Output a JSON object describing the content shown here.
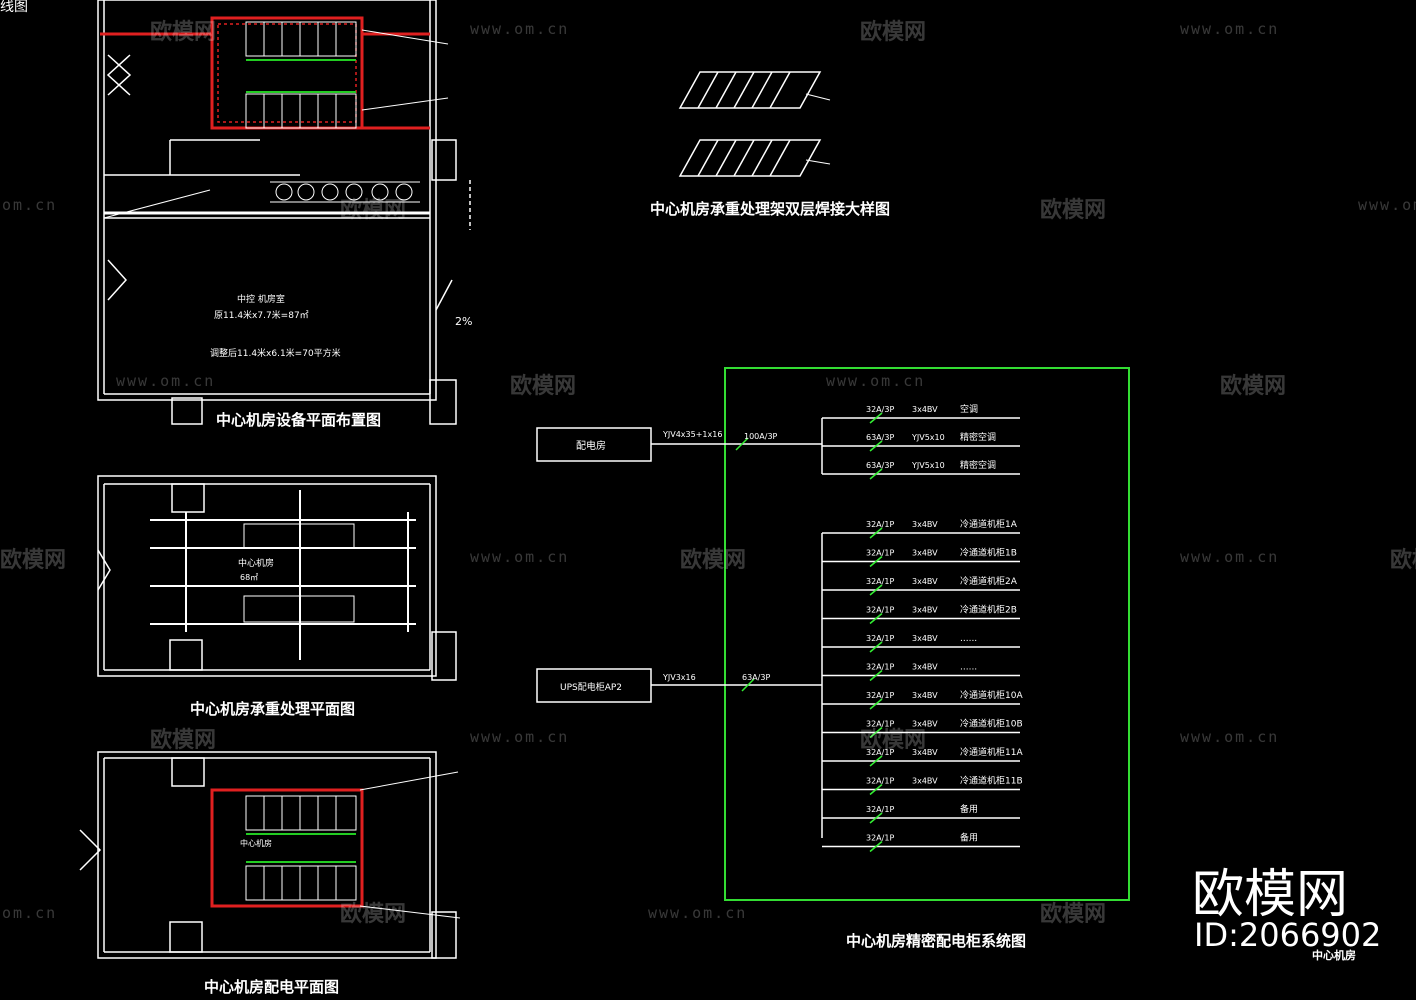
{
  "corner_label": "线图",
  "drawing_titles": {
    "equipment_layout": "中心机房设备平面布置图",
    "load_bearing_plan": "中心机房承重处理平面图",
    "power_plan": "中心机房配电平面图",
    "welding_detail": "中心机房承重处理架双层焊接大样图",
    "precision_cabinet_system": "中心机房精密配电柜系统图",
    "stamp": "中心机房"
  },
  "room_notes": {
    "room_name": "中控 机房室",
    "area_line1": "原11.4米x7.7米=87㎡",
    "area_line2": "调整后11.4米x6.1米=70平方米",
    "room_small": "中心机房",
    "room_area_small": "68㎡",
    "level_mark": "2%"
  },
  "system_diagram": {
    "source1": {
      "label": "配电房",
      "cable": "YJV4x35+1x16",
      "breaker": "100A/3P"
    },
    "source2": {
      "label": "UPS配电柜AP2",
      "cable": "YJV3x16",
      "breaker": "63A/3P"
    },
    "circuits_top": [
      {
        "breaker": "32A/3P",
        "cable": "3x4BV",
        "load": "空调"
      },
      {
        "breaker": "63A/3P",
        "cable": "YJV5x10",
        "load": "精密空调"
      },
      {
        "breaker": "63A/3P",
        "cable": "YJV5x10",
        "load": "精密空调"
      }
    ],
    "circuits_bottom": [
      {
        "breaker": "32A/1P",
        "cable": "3x4BV",
        "load": "冷通道机柜1A"
      },
      {
        "breaker": "32A/1P",
        "cable": "3x4BV",
        "load": "冷通道机柜1B"
      },
      {
        "breaker": "32A/1P",
        "cable": "3x4BV",
        "load": "冷通道机柜2A"
      },
      {
        "breaker": "32A/1P",
        "cable": "3x4BV",
        "load": "冷通道机柜2B"
      },
      {
        "breaker": "32A/1P",
        "cable": "3x4BV",
        "load": "......"
      },
      {
        "breaker": "32A/1P",
        "cable": "3x4BV",
        "load": "......"
      },
      {
        "breaker": "32A/1P",
        "cable": "3x4BV",
        "load": "冷通道机柜10A"
      },
      {
        "breaker": "32A/1P",
        "cable": "3x4BV",
        "load": "冷通道机柜10B"
      },
      {
        "breaker": "32A/1P",
        "cable": "3x4BV",
        "load": "冷通道机柜11A"
      },
      {
        "breaker": "32A/1P",
        "cable": "3x4BV",
        "load": "冷通道机柜11B"
      },
      {
        "breaker": "32A/1P",
        "cable": "",
        "load": "备用"
      },
      {
        "breaker": "32A/1P",
        "cable": "",
        "load": "备用"
      }
    ]
  },
  "watermark": {
    "brand": "欧模网",
    "url": "www.om.cn",
    "url_short": "om.cn"
  },
  "brand_mark": {
    "name": "欧模网",
    "id": "ID:2066902"
  },
  "colors": {
    "background": "#000000",
    "lines": "#ffffff",
    "panel_border": "#33dd33",
    "cable_tray": "#e02020",
    "cabinet_divider": "#22cc22",
    "breaker": "#33ee33",
    "note_text": "#ffee88"
  }
}
